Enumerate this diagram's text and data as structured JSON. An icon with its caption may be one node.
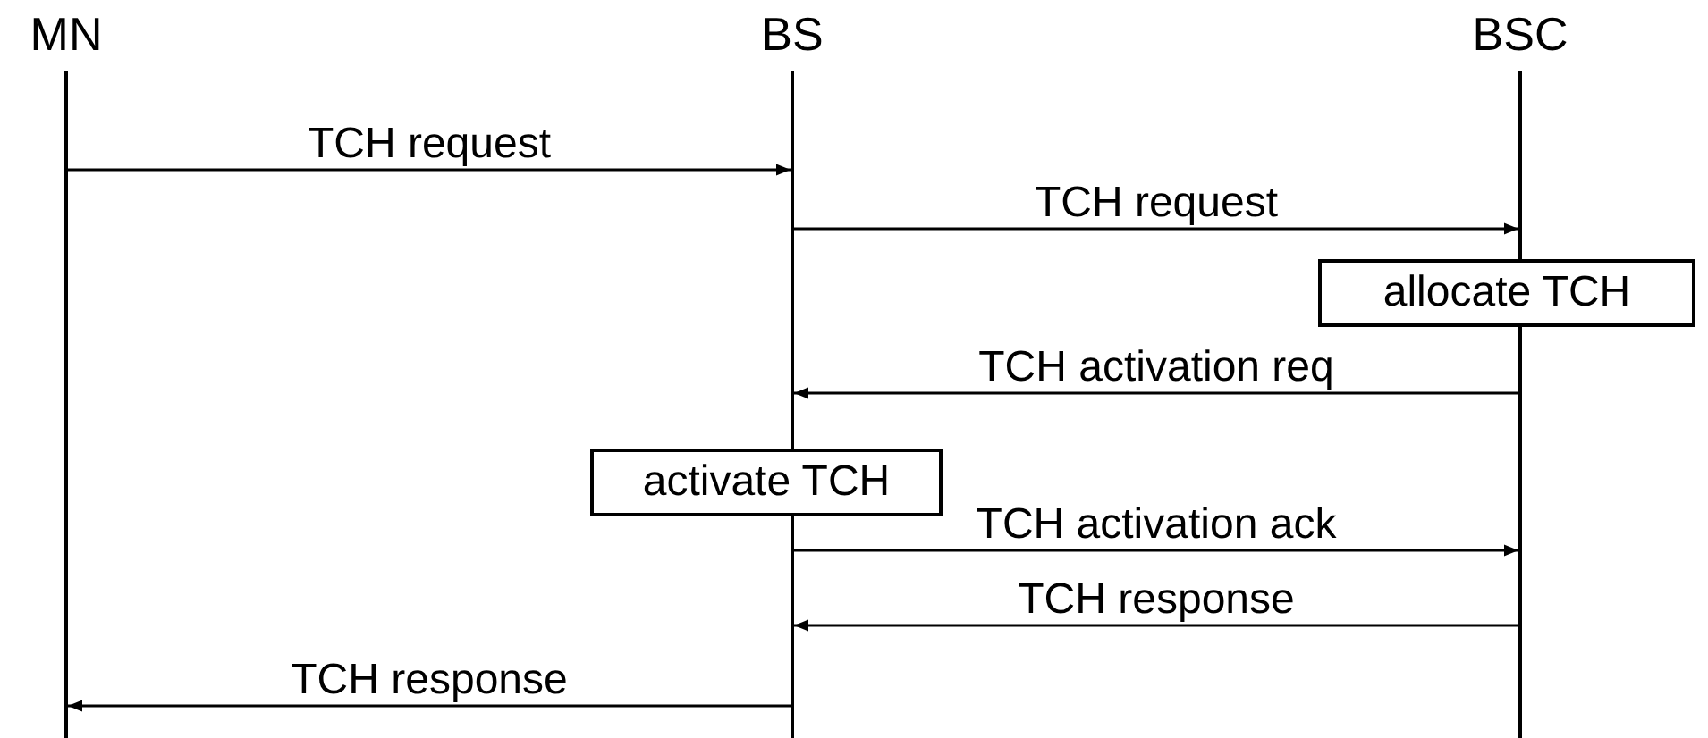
{
  "diagram": {
    "nodes": [
      {
        "text": [
          "MN"
        ]
      },
      {
        "text": [
          "BS"
        ]
      },
      {
        "text": [
          "BSC"
        ]
      },
      {
        "text": [
          "allocate TCH"
        ]
      },
      {
        "text": [
          "activate TCH"
        ]
      }
    ],
    "edges": [
      {
        "from": 0,
        "to": 1,
        "arrow": "to",
        "label": "TCH request"
      },
      {
        "from": 1,
        "to": 2,
        "arrow": "to",
        "label": "TCH request"
      },
      {
        "from": 2,
        "to": 1,
        "arrow": "to",
        "label": "TCH activation req"
      },
      {
        "from": 1,
        "to": 2,
        "arrow": "to",
        "label": "TCH activation ack"
      },
      {
        "from": 2,
        "to": 1,
        "arrow": "to",
        "label": "TCH response"
      },
      {
        "from": 1,
        "to": 0,
        "arrow": "to",
        "label": "TCH response"
      }
    ]
  }
}
